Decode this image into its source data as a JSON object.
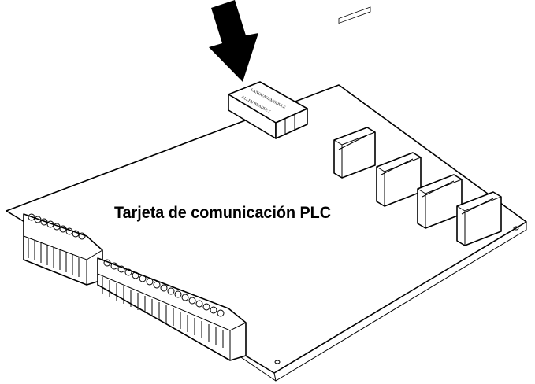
{
  "caption": "Tarjeta de comunicación PLC",
  "module_label_1": "LANGUAGEMODULE",
  "module_label_2": "ALLEN BRADLEY",
  "icons": [
    "arrow-down-icon"
  ]
}
